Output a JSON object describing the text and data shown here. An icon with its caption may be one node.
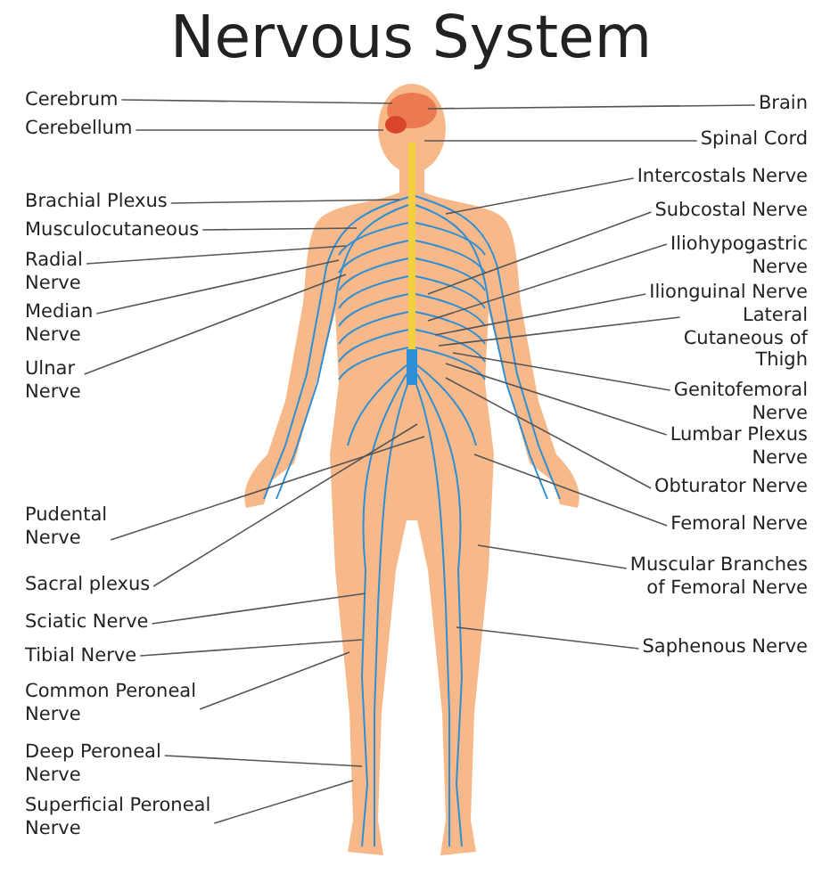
{
  "diagram": {
    "title": "Nervous System",
    "nodes": [
      {
        "text": [
          "Cerebrum"
        ]
      },
      {
        "text": [
          "Cerebellum"
        ]
      },
      {
        "text": [
          "Brachial Plexus"
        ]
      },
      {
        "text": [
          "Musculocutaneous"
        ]
      },
      {
        "text": [
          "Radial Nerve"
        ]
      },
      {
        "text": [
          "Median Nerve"
        ]
      },
      {
        "text": [
          "Ulnar Nerve"
        ]
      },
      {
        "text": [
          "Pudental Nerve"
        ]
      },
      {
        "text": [
          "Sacral plexus"
        ]
      },
      {
        "text": [
          "Sciatic Nerve"
        ]
      },
      {
        "text": [
          "Tibial Nerve"
        ]
      },
      {
        "text": [
          "Common Peroneal Nerve"
        ]
      },
      {
        "text": [
          "Deep Peroneal Nerve"
        ]
      },
      {
        "text": [
          "Superficial Peroneal Nerve"
        ]
      },
      {
        "text": [
          "Brain"
        ]
      },
      {
        "text": [
          "Spinal Cord"
        ]
      },
      {
        "text": [
          "Intercostals Nerve"
        ]
      },
      {
        "text": [
          "Subcostal Nerve"
        ]
      },
      {
        "text": [
          "Iliohypogastric Nerve"
        ]
      },
      {
        "text": [
          "Ilionguinal Nerve"
        ]
      },
      {
        "text": [
          "Lateral Cutaneous of Thigh"
        ]
      },
      {
        "text": [
          "Genitofemoral Nerve"
        ]
      },
      {
        "text": [
          "Lumbar Plexus Nerve"
        ]
      },
      {
        "text": [
          "Obturator Nerve"
        ]
      },
      {
        "text": [
          "Femoral Nerve"
        ]
      },
      {
        "text": [
          "Muscular Branches of Femoral Nerve"
        ]
      },
      {
        "text": [
          "Saphenous Nerve"
        ]
      }
    ],
    "edges": [
      {
        "from": 0,
        "to": null,
        "arrow": "none"
      },
      {
        "from": 1,
        "to": null,
        "arrow": "none"
      },
      {
        "from": 2,
        "to": null,
        "arrow": "none"
      },
      {
        "from": 3,
        "to": null,
        "arrow": "none"
      },
      {
        "from": 4,
        "to": null,
        "arrow": "none"
      },
      {
        "from": 5,
        "to": null,
        "arrow": "none"
      },
      {
        "from": 6,
        "to": null,
        "arrow": "none"
      },
      {
        "from": 7,
        "to": null,
        "arrow": "none"
      },
      {
        "from": 8,
        "to": null,
        "arrow": "none"
      },
      {
        "from": 9,
        "to": null,
        "arrow": "none"
      },
      {
        "from": 10,
        "to": null,
        "arrow": "none"
      },
      {
        "from": 11,
        "to": null,
        "arrow": "none"
      },
      {
        "from": 12,
        "to": null,
        "arrow": "none"
      },
      {
        "from": 13,
        "to": null,
        "arrow": "none"
      },
      {
        "from": 14,
        "to": null,
        "arrow": "none"
      },
      {
        "from": 15,
        "to": null,
        "arrow": "none"
      },
      {
        "from": 16,
        "to": null,
        "arrow": "none"
      },
      {
        "from": 17,
        "to": null,
        "arrow": "none"
      },
      {
        "from": 18,
        "to": null,
        "arrow": "none"
      },
      {
        "from": 19,
        "to": null,
        "arrow": "none"
      },
      {
        "from": 20,
        "to": null,
        "arrow": "none"
      },
      {
        "from": 21,
        "to": null,
        "arrow": "none"
      },
      {
        "from": 22,
        "to": null,
        "arrow": "none"
      },
      {
        "from": 23,
        "to": null,
        "arrow": "none"
      },
      {
        "from": 24,
        "to": null,
        "arrow": "none"
      },
      {
        "from": 25,
        "to": null,
        "arrow": "none"
      },
      {
        "from": 26,
        "to": null,
        "arrow": "none"
      }
    ]
  }
}
